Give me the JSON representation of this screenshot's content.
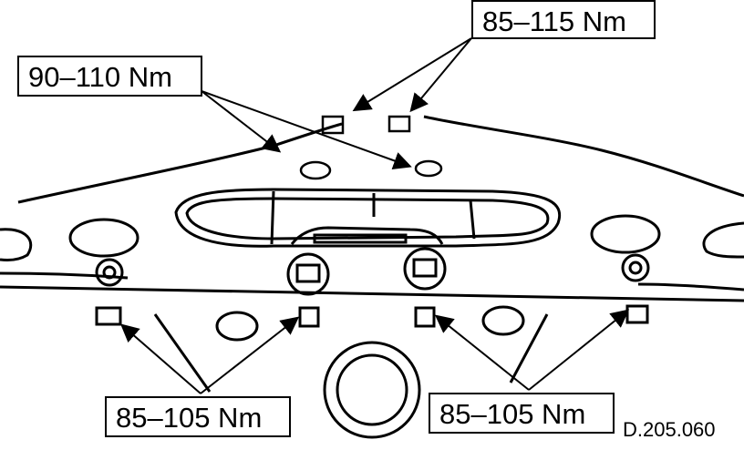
{
  "labels": {
    "top_left": "90–110 Nm",
    "top_right": "85–115 Nm",
    "bottom_left": "85–105 Nm",
    "bottom_right": "85–105 Nm"
  },
  "drawing_code": "D.205.060",
  "colors": {
    "ink": "#000000",
    "paper": "#ffffff"
  }
}
